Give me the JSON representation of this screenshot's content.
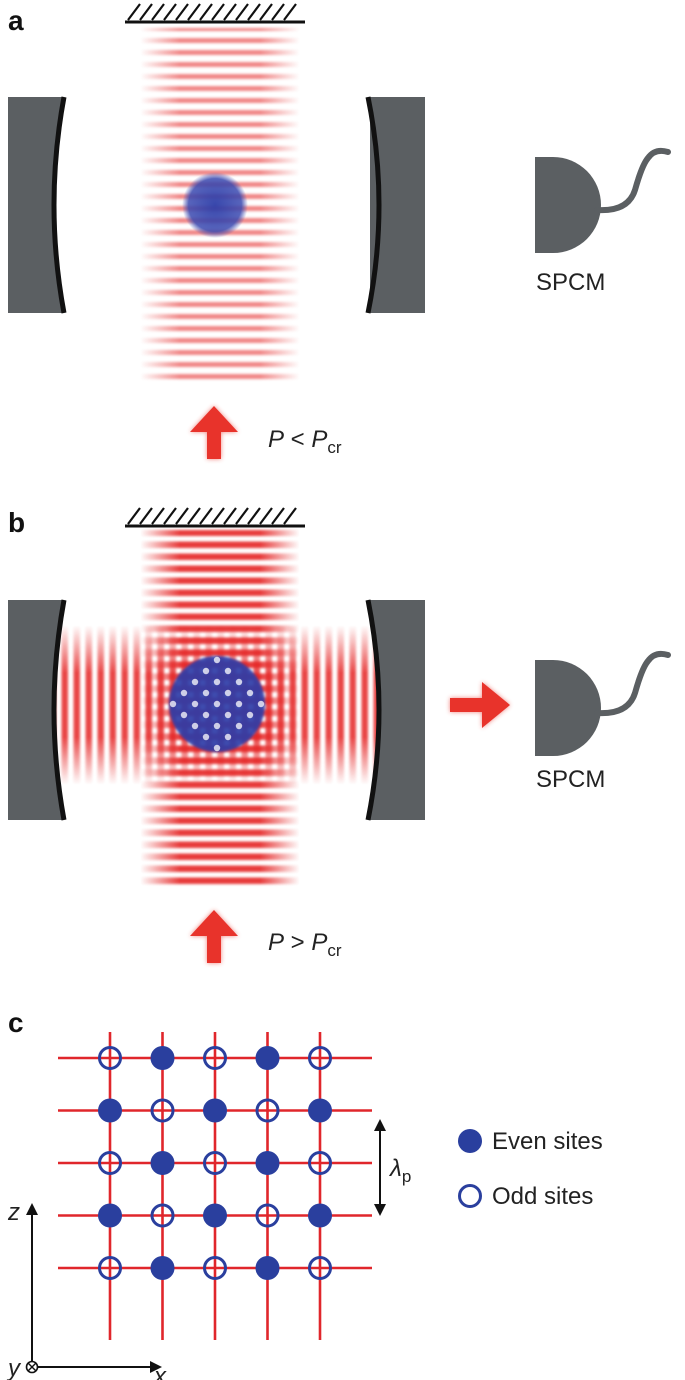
{
  "panels": {
    "a": {
      "label": "a",
      "detector": "SPCM",
      "condition": {
        "p": "P",
        "op": " < ",
        "pc": "P",
        "pc_sub": "cr"
      }
    },
    "b": {
      "label": "b",
      "detector": "SPCM",
      "condition": {
        "p": "P",
        "op": " > ",
        "pc": "P",
        "pc_sub": "cr"
      }
    },
    "c": {
      "label": "c",
      "legend": {
        "even": "Even sites",
        "odd": "Odd sites"
      },
      "spacing": {
        "symbol": "λ",
        "sub": "p"
      },
      "axes": {
        "z": "z",
        "x": "x",
        "y": "y"
      },
      "lattice": {
        "rows": [
          [
            "odd",
            "even",
            "odd",
            "even",
            "odd"
          ],
          [
            "even",
            "odd",
            "even",
            "odd",
            "even"
          ],
          [
            "odd",
            "even",
            "odd",
            "even",
            "odd"
          ],
          [
            "even",
            "odd",
            "even",
            "odd",
            "even"
          ],
          [
            "odd",
            "even",
            "odd",
            "even",
            "odd"
          ]
        ]
      }
    }
  },
  "colors": {
    "mirror": "#5b5f62",
    "lattice_line": "#e0262b",
    "site": "#2a3f9e",
    "arrow": "#e8332b",
    "light": "#e52528",
    "atoms": "#2e3ea8"
  }
}
